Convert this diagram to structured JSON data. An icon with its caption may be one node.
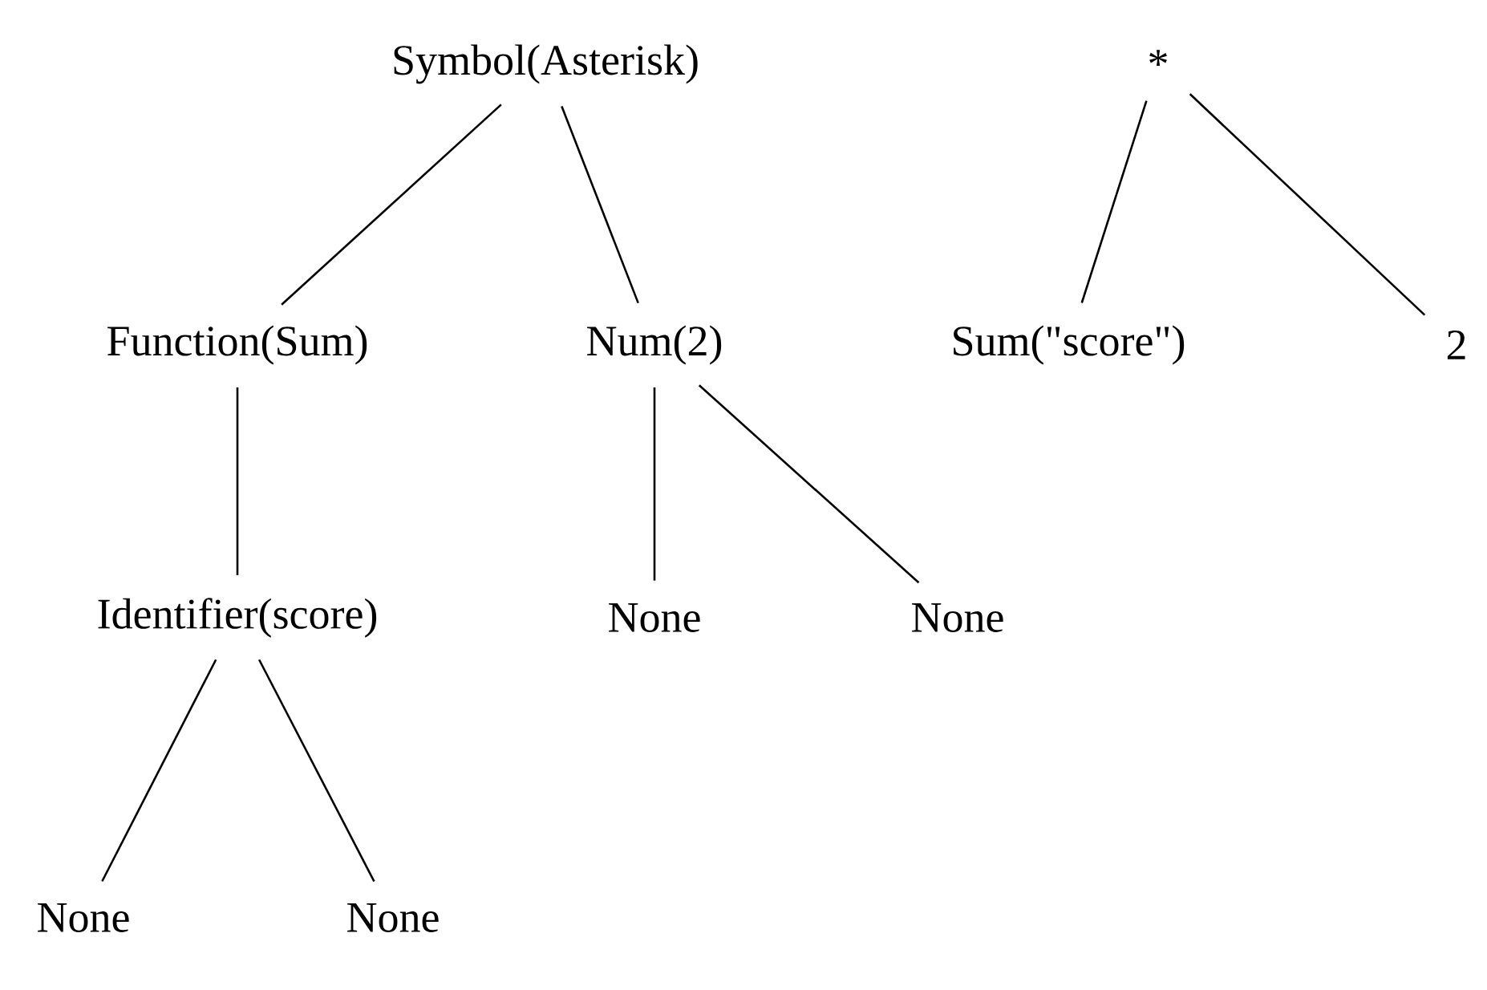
{
  "diagram": {
    "nodes": [
      {
        "text": [
          "Symbol(Asterisk)"
        ]
      },
      {
        "text": [
          "Function(Sum)"
        ]
      },
      {
        "text": [
          "Num(2)"
        ]
      },
      {
        "text": [
          "Identifier(score)"
        ]
      },
      {
        "text": [
          "None"
        ]
      },
      {
        "text": [
          "None"
        ]
      },
      {
        "text": [
          "None"
        ]
      },
      {
        "text": [
          "None"
        ]
      },
      {
        "text": [
          "*"
        ]
      },
      {
        "text": [
          "Sum(\"score\")"
        ]
      },
      {
        "text": [
          "2"
        ]
      }
    ],
    "edges": [
      {
        "from": 0,
        "to": 1,
        "arrow": "none"
      },
      {
        "from": 0,
        "to": 2,
        "arrow": "none"
      },
      {
        "from": 1,
        "to": 3,
        "arrow": "none"
      },
      {
        "from": 2,
        "to": 4,
        "arrow": "none"
      },
      {
        "from": 2,
        "to": 5,
        "arrow": "none"
      },
      {
        "from": 3,
        "to": 6,
        "arrow": "none"
      },
      {
        "from": 3,
        "to": 7,
        "arrow": "none"
      },
      {
        "from": 8,
        "to": 9,
        "arrow": "none"
      },
      {
        "from": 8,
        "to": 10,
        "arrow": "none"
      }
    ]
  }
}
